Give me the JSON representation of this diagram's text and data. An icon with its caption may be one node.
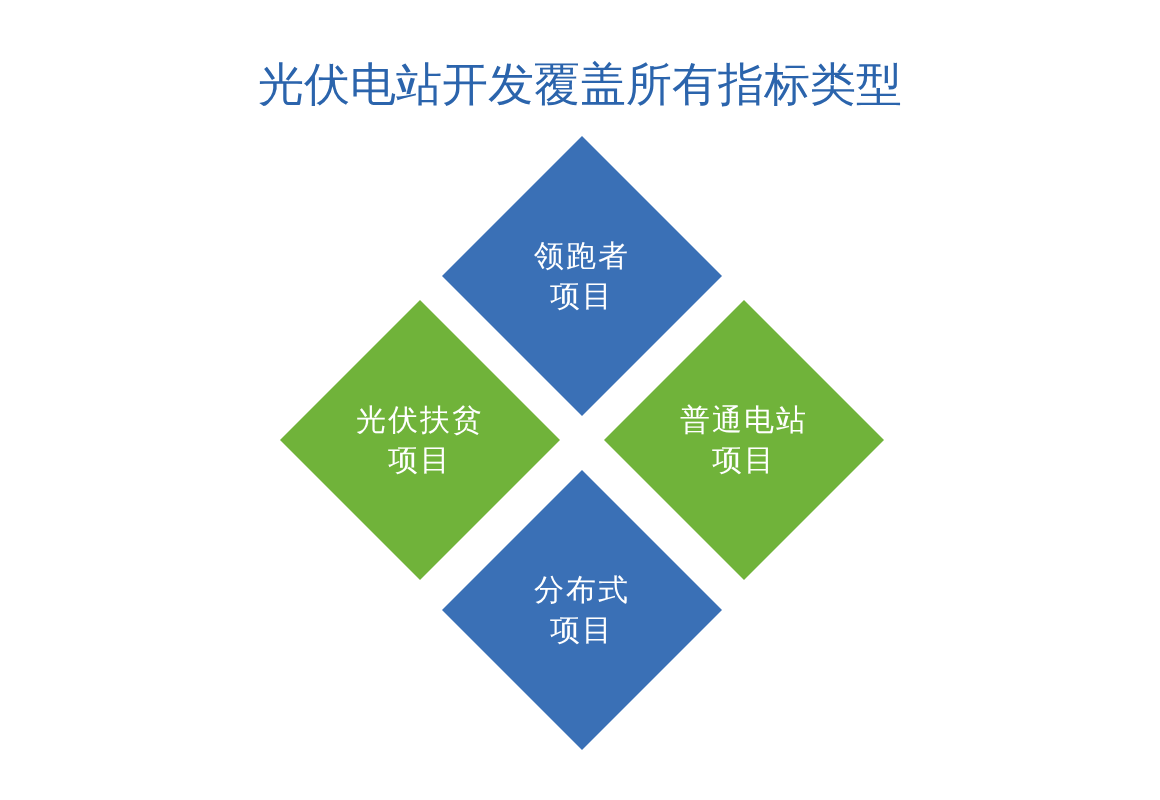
{
  "diagram": {
    "title": "光伏电站开发覆盖所有指标类型",
    "nodes": [
      {
        "text": [
          "领跑者项目"
        ]
      },
      {
        "text": [
          "光伏扶贫项目"
        ]
      },
      {
        "text": [
          "普通电站项目"
        ]
      },
      {
        "text": [
          "分布式项目"
        ]
      }
    ]
  }
}
